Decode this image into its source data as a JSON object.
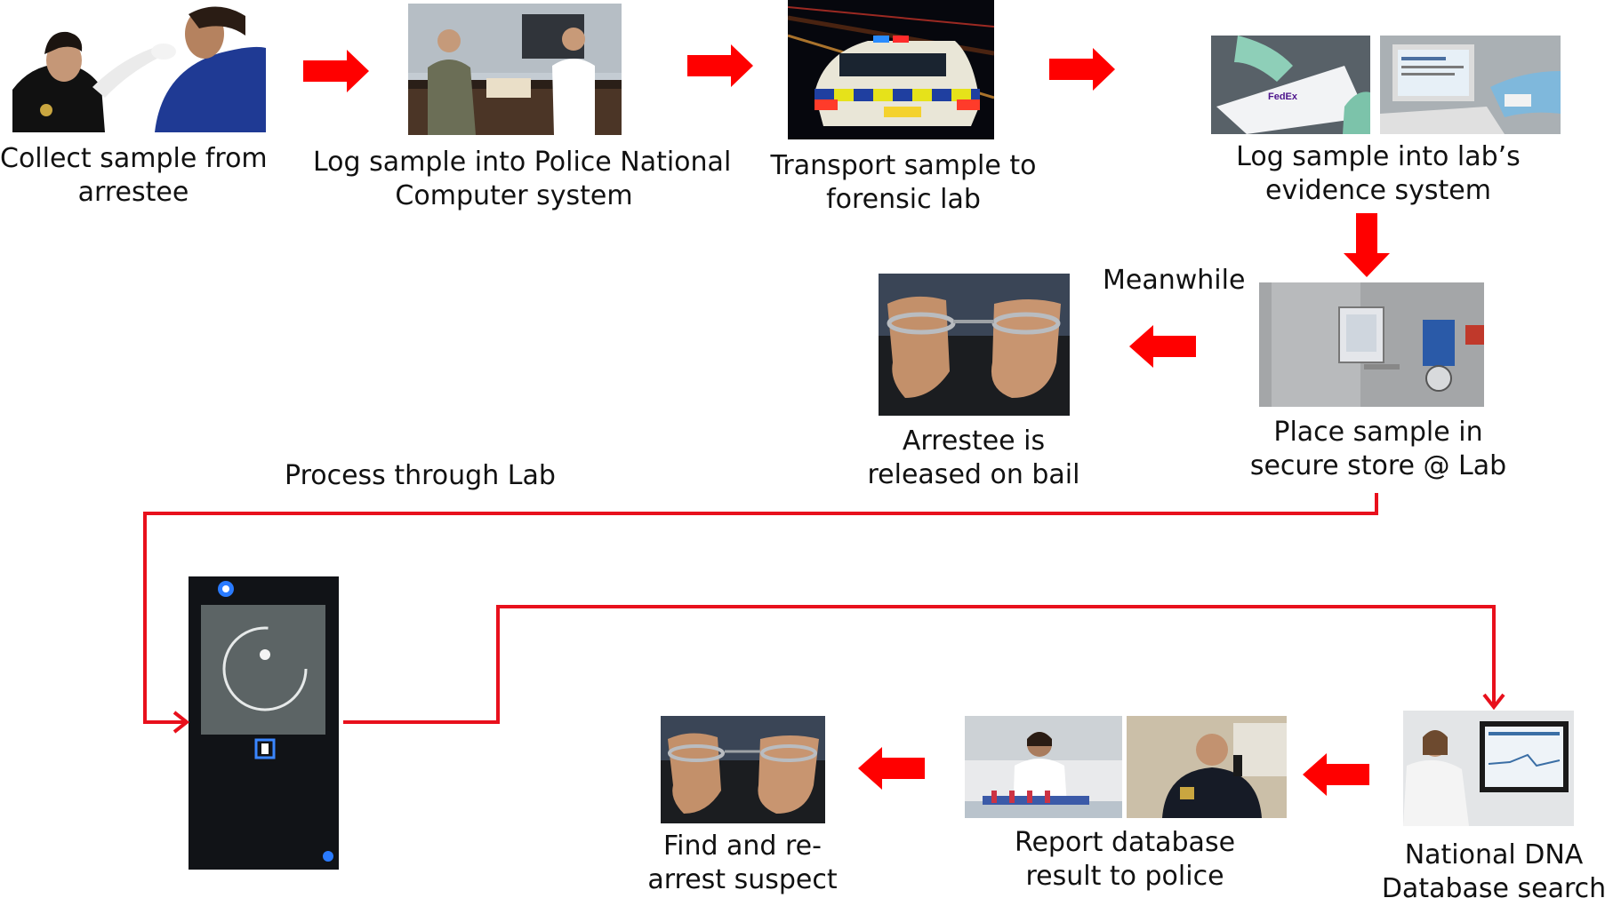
{
  "steps": {
    "collect": {
      "line1": "Collect sample from",
      "line2": "arrestee"
    },
    "log_pnc": {
      "line1": "Log sample into Police National",
      "line2": "Computer system"
    },
    "transport": {
      "line1": "Transport sample to",
      "line2": "forensic lab"
    },
    "log_lab": {
      "line1": "Log sample into lab’s",
      "line2": "evidence system"
    },
    "store": {
      "line1": "Place sample in",
      "line2": "secure store @ Lab"
    },
    "bail": {
      "line1": "Arrestee is",
      "line2": "released on bail"
    },
    "dna_search": {
      "line1": "National DNA",
      "line2": "Database search"
    },
    "report": {
      "line1": "Report database",
      "line2": "result to police"
    },
    "rearrest": {
      "line1": "Find and re-",
      "line2": "arrest suspect"
    }
  },
  "labels": {
    "meanwhile": "Meanwhile",
    "process_lab": "Process through Lab"
  },
  "photo_text": {
    "fedex": "FedEx"
  },
  "colors": {
    "arrow": "#ff0000",
    "connector": "#e8101c",
    "text": "#111111"
  }
}
